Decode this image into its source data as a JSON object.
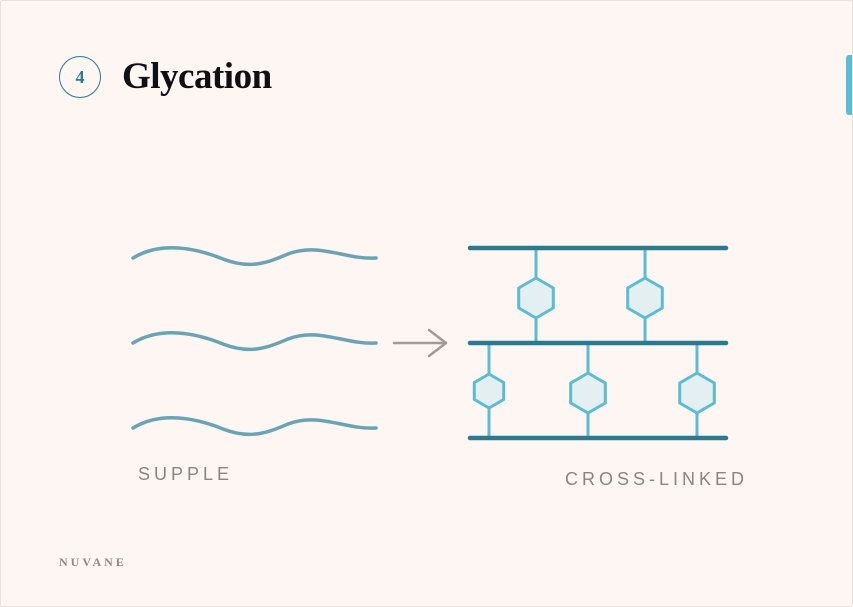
{
  "slide": {
    "step_number": "4",
    "title": "Glycation",
    "brand": "NUVANE"
  },
  "diagram": {
    "left_label": "SUPPLE",
    "right_label": "CROSS-LINKED",
    "colors": {
      "wave": "#6aa3b4",
      "strand": "#2b7a90",
      "link": "#5bbcd6",
      "link_fill": "#e3eff1",
      "arrow": "#a09a98",
      "accent_tab": "#5bbcd6"
    }
  }
}
